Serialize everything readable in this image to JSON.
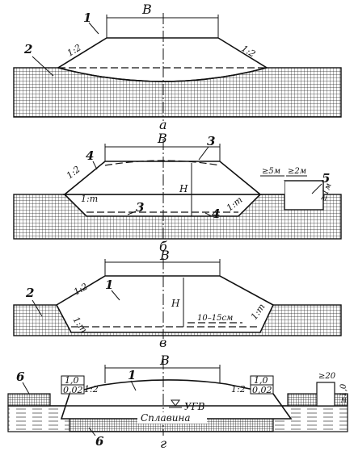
{
  "figure": {
    "panel_a": {
      "caption": "а",
      "width_label": "В",
      "callout_1": "1",
      "callout_2": "2",
      "slope_left": "1:2",
      "slope_right": "1:2"
    },
    "panel_b": {
      "caption": "б",
      "width_label": "В",
      "callout_3_top": "3",
      "callout_3_bottom": "3",
      "callout_4_top": "4",
      "callout_4_bottom": "4",
      "callout_5": "5",
      "slope_outer": "1:2",
      "slope_left_inner": "1:m",
      "slope_right_inner": "1:m",
      "height_label": "Н",
      "berm_1": "≥5м",
      "berm_2": "≥2м",
      "ditch_depth": "≥1м"
    },
    "panel_v": {
      "caption": "в",
      "width_label": "В",
      "callout_1": "1",
      "callout_2": "2",
      "slope_outer": "1:2",
      "slope_left_inner": "1:m",
      "slope_right_inner": "1:m",
      "height_label": "Н",
      "step_note": "10–15см"
    },
    "panel_g": {
      "caption": "г",
      "width_label": "В",
      "callout_1": "1",
      "callout_6_left": "6",
      "callout_6_bottom": "6",
      "slope_left": "1:2",
      "slope_right": "1:2",
      "left_box_top": "1,0",
      "left_box_bottom": "0,02",
      "right_box_top": "1,0",
      "right_box_bottom": "0,02",
      "right_width": "≥20",
      "right_depth": "≥1,0",
      "water_level": "УГВ",
      "float_label": "Сплавина"
    }
  }
}
